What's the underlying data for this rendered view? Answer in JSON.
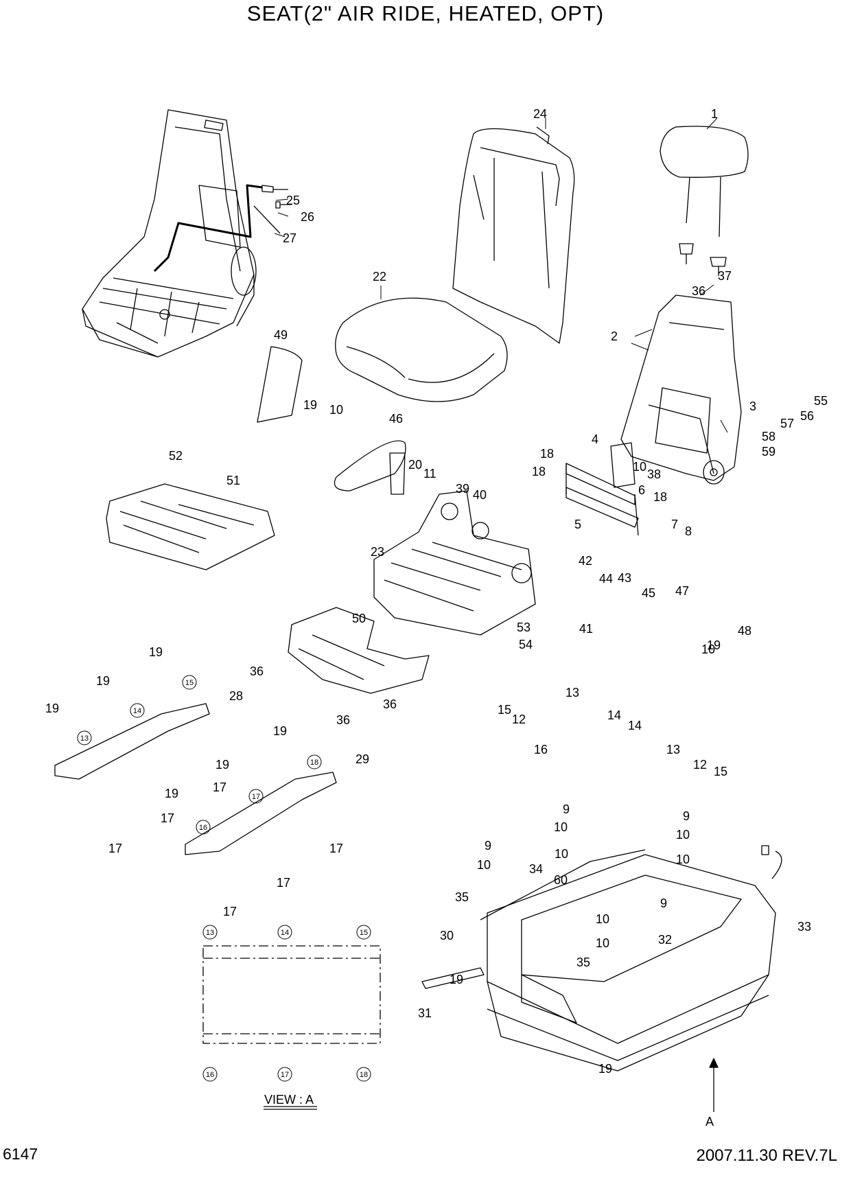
{
  "title": "SEAT(2\" AIR RIDE, HEATED, OPT)",
  "page_number": "6147",
  "revision": "2007.11.30  REV.7L",
  "view_label": "VIEW : A",
  "view_arrow_label": "A",
  "callouts": [
    "1",
    "2",
    "3",
    "4",
    "5",
    "6",
    "7",
    "8",
    "9",
    "10",
    "11",
    "12",
    "13",
    "14",
    "15",
    "16",
    "17",
    "18",
    "19",
    "20",
    "22",
    "23",
    "24",
    "25",
    "26",
    "27",
    "28",
    "29",
    "30",
    "31",
    "32",
    "33",
    "34",
    "35",
    "36",
    "37",
    "38",
    "39",
    "40",
    "41",
    "42",
    "43",
    "44",
    "45",
    "46",
    "47",
    "48",
    "49",
    "50",
    "51",
    "52",
    "53",
    "54",
    "55",
    "56",
    "57",
    "58",
    "59",
    "60"
  ]
}
